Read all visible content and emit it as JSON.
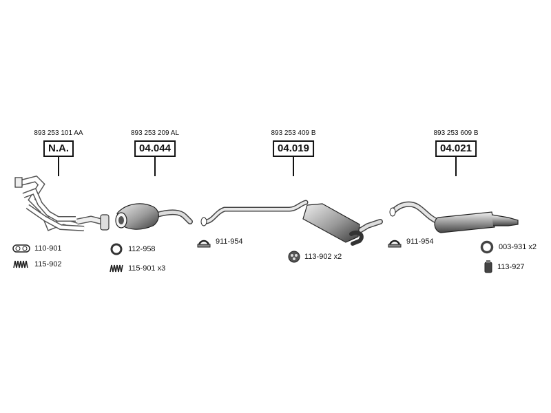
{
  "parts": [
    {
      "oem": "893 253 101 AA",
      "code": "N.A."
    },
    {
      "oem": "893 253 209 AL",
      "code": "04.044"
    },
    {
      "oem": "893 253 409 B",
      "code": "04.019"
    },
    {
      "oem": "893 253 609 B",
      "code": "04.021"
    }
  ],
  "accessories": [
    {
      "label": "110-901",
      "icon": "gasket-icon"
    },
    {
      "label": "115-902",
      "icon": "spring-icon"
    },
    {
      "label": "112-958",
      "icon": "ring-icon"
    },
    {
      "label": "115-901 x3",
      "icon": "spring-icon"
    },
    {
      "label": "911-954",
      "icon": "clamp-icon"
    },
    {
      "label": "113-902 x2",
      "icon": "rubber-mount-icon"
    },
    {
      "label": "911-954",
      "icon": "clamp-icon"
    },
    {
      "label": "003-931 x2",
      "icon": "ring-icon"
    },
    {
      "label": "113-927",
      "icon": "rubber-hanger-icon"
    }
  ]
}
